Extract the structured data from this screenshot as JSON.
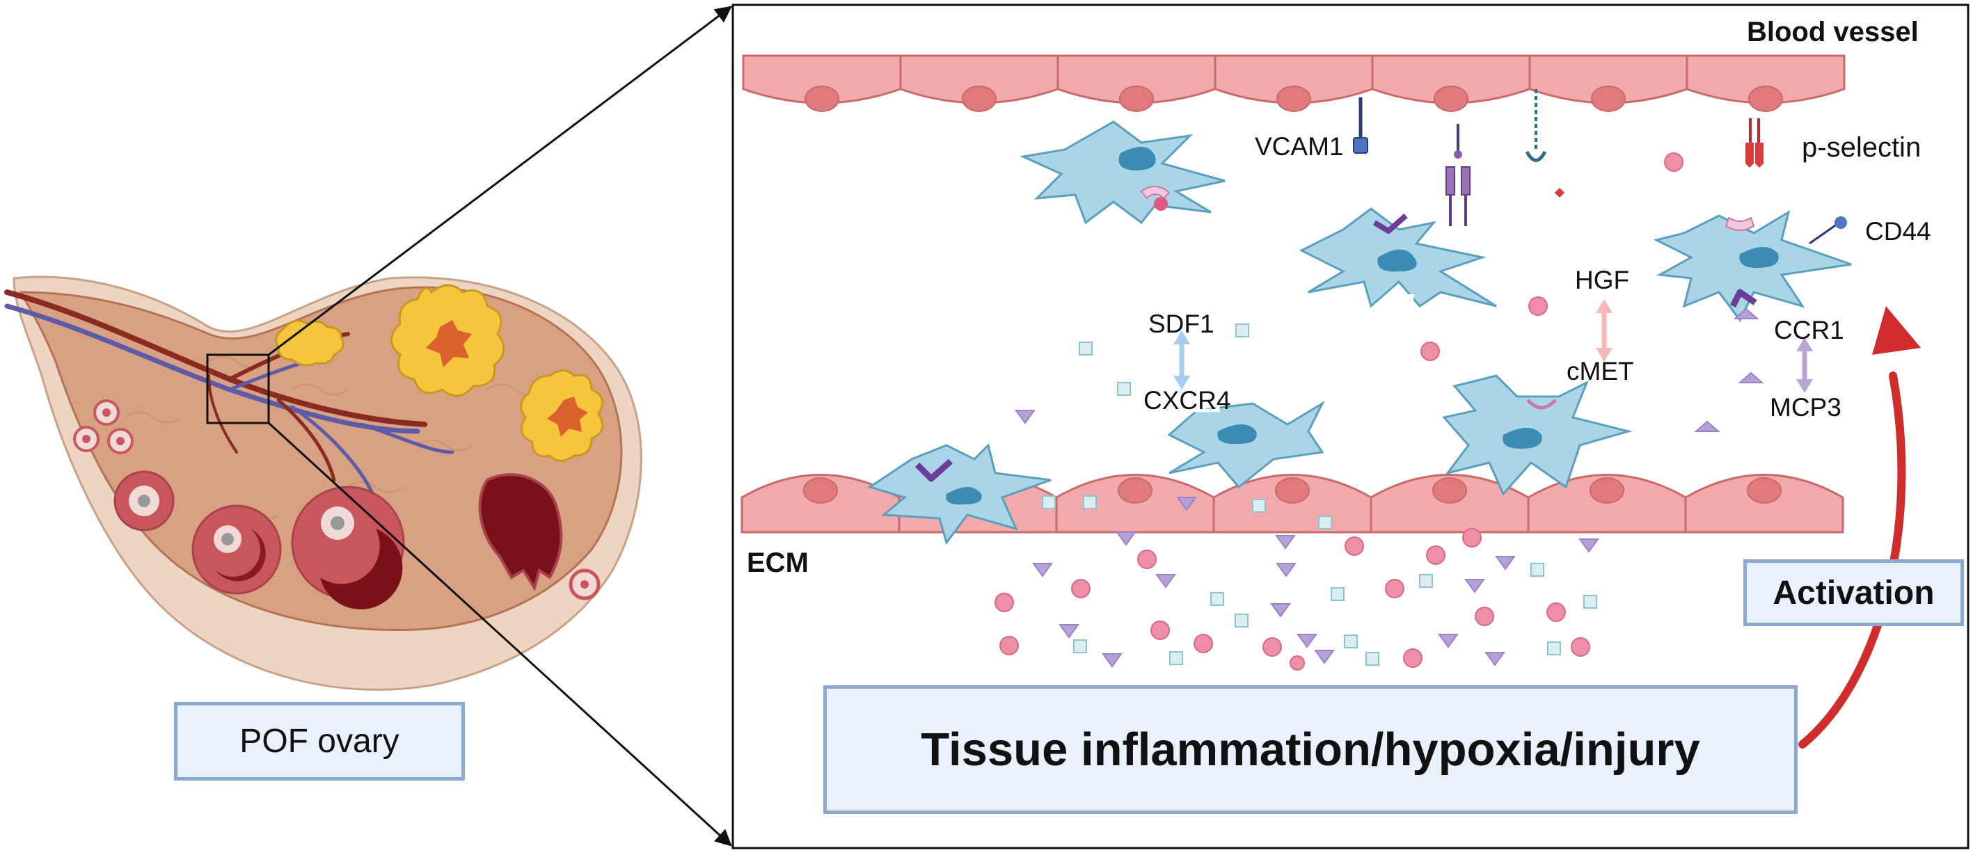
{
  "colors": {
    "endothelium": "#f1a9ab",
    "endothelium_stroke": "#c86a6c",
    "nucleus": "#e07a7c",
    "msc_cell": "#a9d5e6",
    "msc_stroke": "#5a9fbd",
    "msc_nucleus": "#3c8bb2",
    "ovary_tissue": "#d9a184",
    "follicle": "#c9565e",
    "corpus_luteum": "#f5c63d",
    "arrow_red": "#d12c2c",
    "label_box_fill": "#e9f1fb",
    "label_box_stroke": "#8ea9cf"
  },
  "left_panel": {
    "label": "POF ovary"
  },
  "right_panel": {
    "blood_vessel_label": "Blood vessel",
    "ecm_label": "ECM",
    "bottom_box_label": "Tissue inflammation/hypoxia/injury",
    "activation_label": "Activation",
    "molecules": {
      "vcam1": "VCAM1",
      "p_selectin": "p-selectin",
      "cd44": "CD44",
      "sdf1": "SDF1",
      "cxcr4": "CXCR4",
      "hgf": "HGF",
      "cmet": "cMET",
      "ccr1": "CCR1",
      "mcp3": "MCP3"
    }
  }
}
